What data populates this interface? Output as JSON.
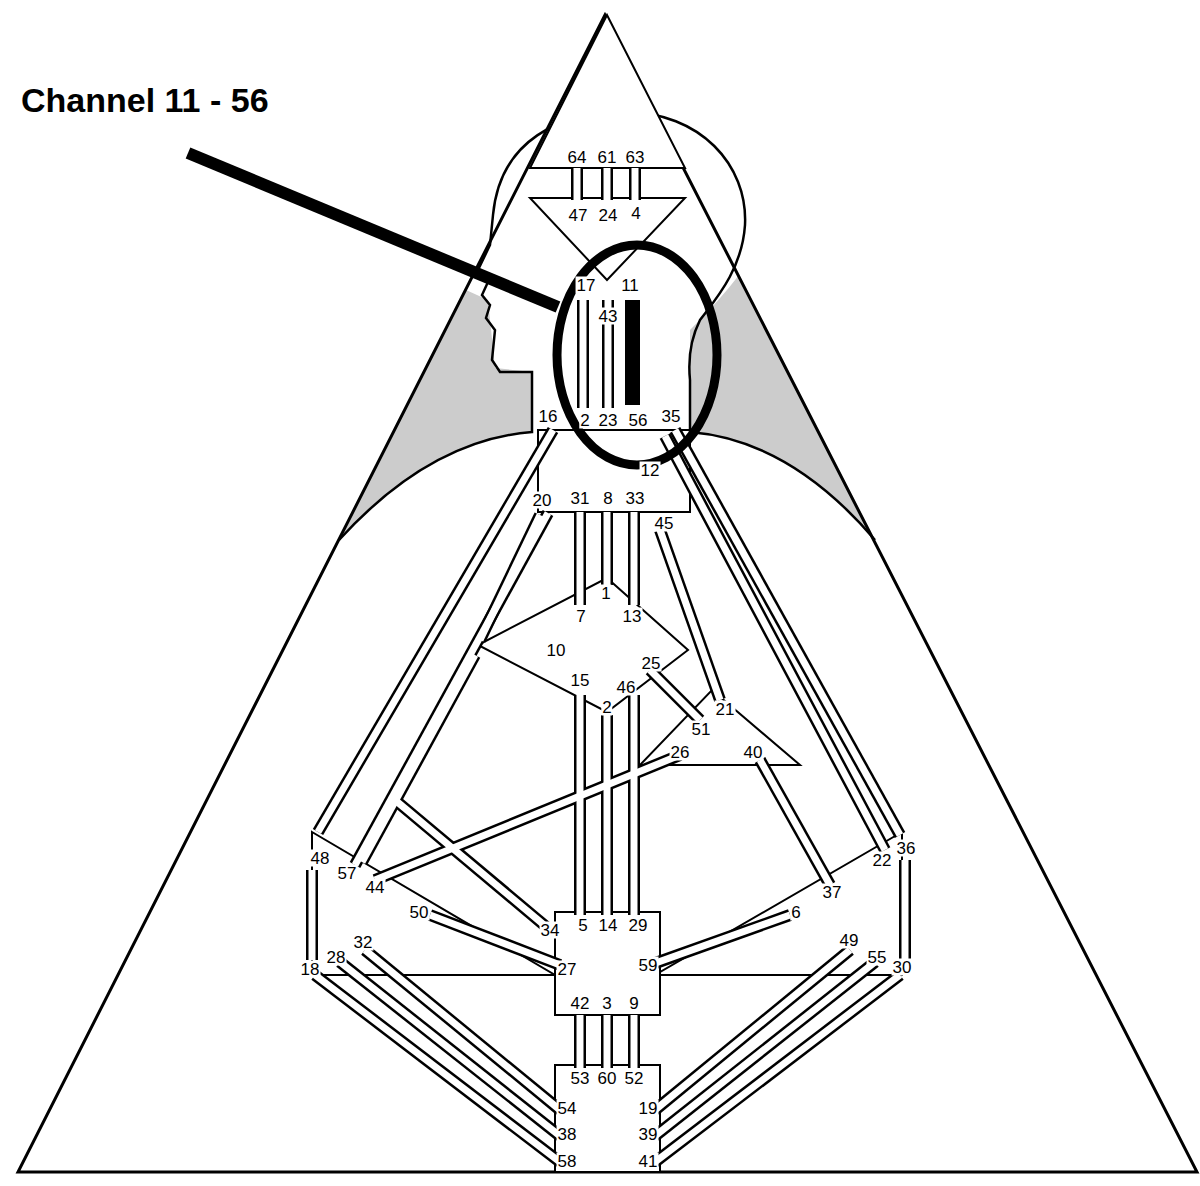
{
  "diagram": {
    "labels": [
      "Channel 11 - 56",
      "64",
      "61",
      "63",
      "47",
      "24",
      "4",
      "17",
      "11",
      "43",
      "16",
      "2",
      "23",
      "56",
      "35",
      "12",
      "20",
      "31",
      "8",
      "33",
      "45",
      "1",
      "7",
      "13",
      "10",
      "25",
      "15",
      "46",
      "2",
      "21",
      "51",
      "26",
      "40",
      "48",
      "36",
      "22",
      "57",
      "37",
      "44",
      "50",
      "6",
      "34",
      "5",
      "14",
      "29",
      "32",
      "49",
      "28",
      "18",
      "55",
      "30",
      "59",
      "27",
      "42",
      "3",
      "9",
      "53",
      "60",
      "52",
      "54",
      "19",
      "38",
      "39",
      "58",
      "41"
    ]
  }
}
